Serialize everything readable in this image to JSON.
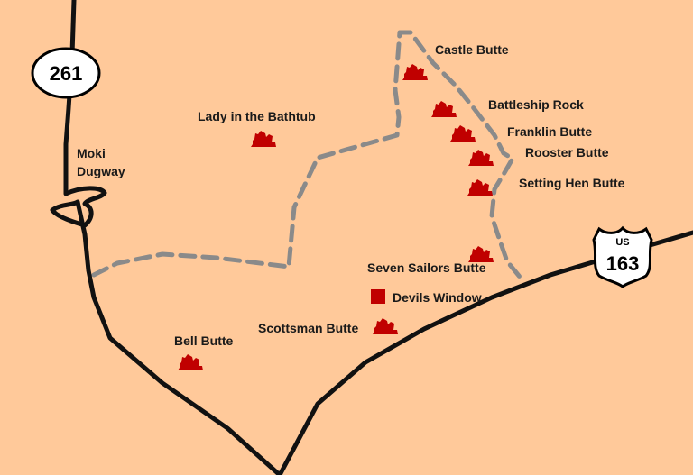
{
  "colors": {
    "background": "#ffc99a",
    "road": "#111111",
    "trail": "#8a8a8a",
    "landmark": "#c00000"
  },
  "shields": {
    "sr261": {
      "number": "261"
    },
    "us163": {
      "prefix": "US",
      "number": "163"
    }
  },
  "labels": {
    "moki_dugway": [
      "Moki",
      "Dugway"
    ],
    "lady_in_the_bathtub": "Lady in the Bathtub",
    "castle_butte": "Castle Butte",
    "battleship_rock": "Battleship Rock",
    "franklin_butte": "Franklin Butte",
    "rooster_butte": "Rooster Butte",
    "setting_hen_butte": "Setting Hen Butte",
    "seven_sailors_butte": "Seven Sailors Butte",
    "devils_window": "Devils Window",
    "scottsman_butte": "Scottsman Butte",
    "bell_butte": "Bell Butte"
  },
  "landmark_icon": "butte-icon",
  "window_icon": "square-marker-icon"
}
